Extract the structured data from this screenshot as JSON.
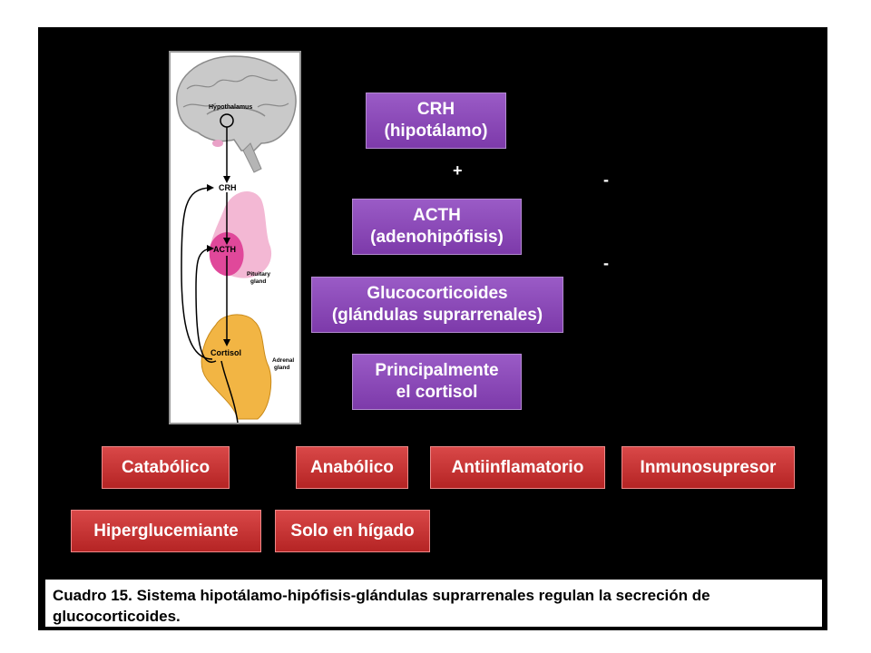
{
  "boxes": {
    "crh": [
      "CRH",
      "(hipotálamo)"
    ],
    "acth": [
      "ACTH",
      "(adenohipófisis)"
    ],
    "gluco": [
      "Glucocorticoides",
      "(glándulas suprarrenales)"
    ],
    "cortisol": [
      "Principalmente",
      "el cortisol"
    ]
  },
  "signs": {
    "plus": "+",
    "minus1": "-",
    "minus2": "-"
  },
  "effects": {
    "row1": [
      "Catabólico",
      "Anabólico",
      "Antiinflamatorio",
      "Inmunosupresor"
    ],
    "row2": [
      "Hiperglucemiante",
      "Solo en hígado"
    ]
  },
  "figure": {
    "hypothalamus": "Hypothalamus",
    "crh": "CRH",
    "acth": "ACTH",
    "pituitary": [
      "Pituitary",
      "gland"
    ],
    "cortisol": "Cortisol",
    "adrenal": [
      "Adrenal",
      "gland"
    ]
  },
  "caption": "Cuadro 15. Sistema hipotálamo-hipófisis-glándulas suprarrenales regulan la secreción de glucocorticoides.",
  "colors": {
    "purple": "#8a47b7",
    "red": "#c83232",
    "background": "#000000"
  }
}
